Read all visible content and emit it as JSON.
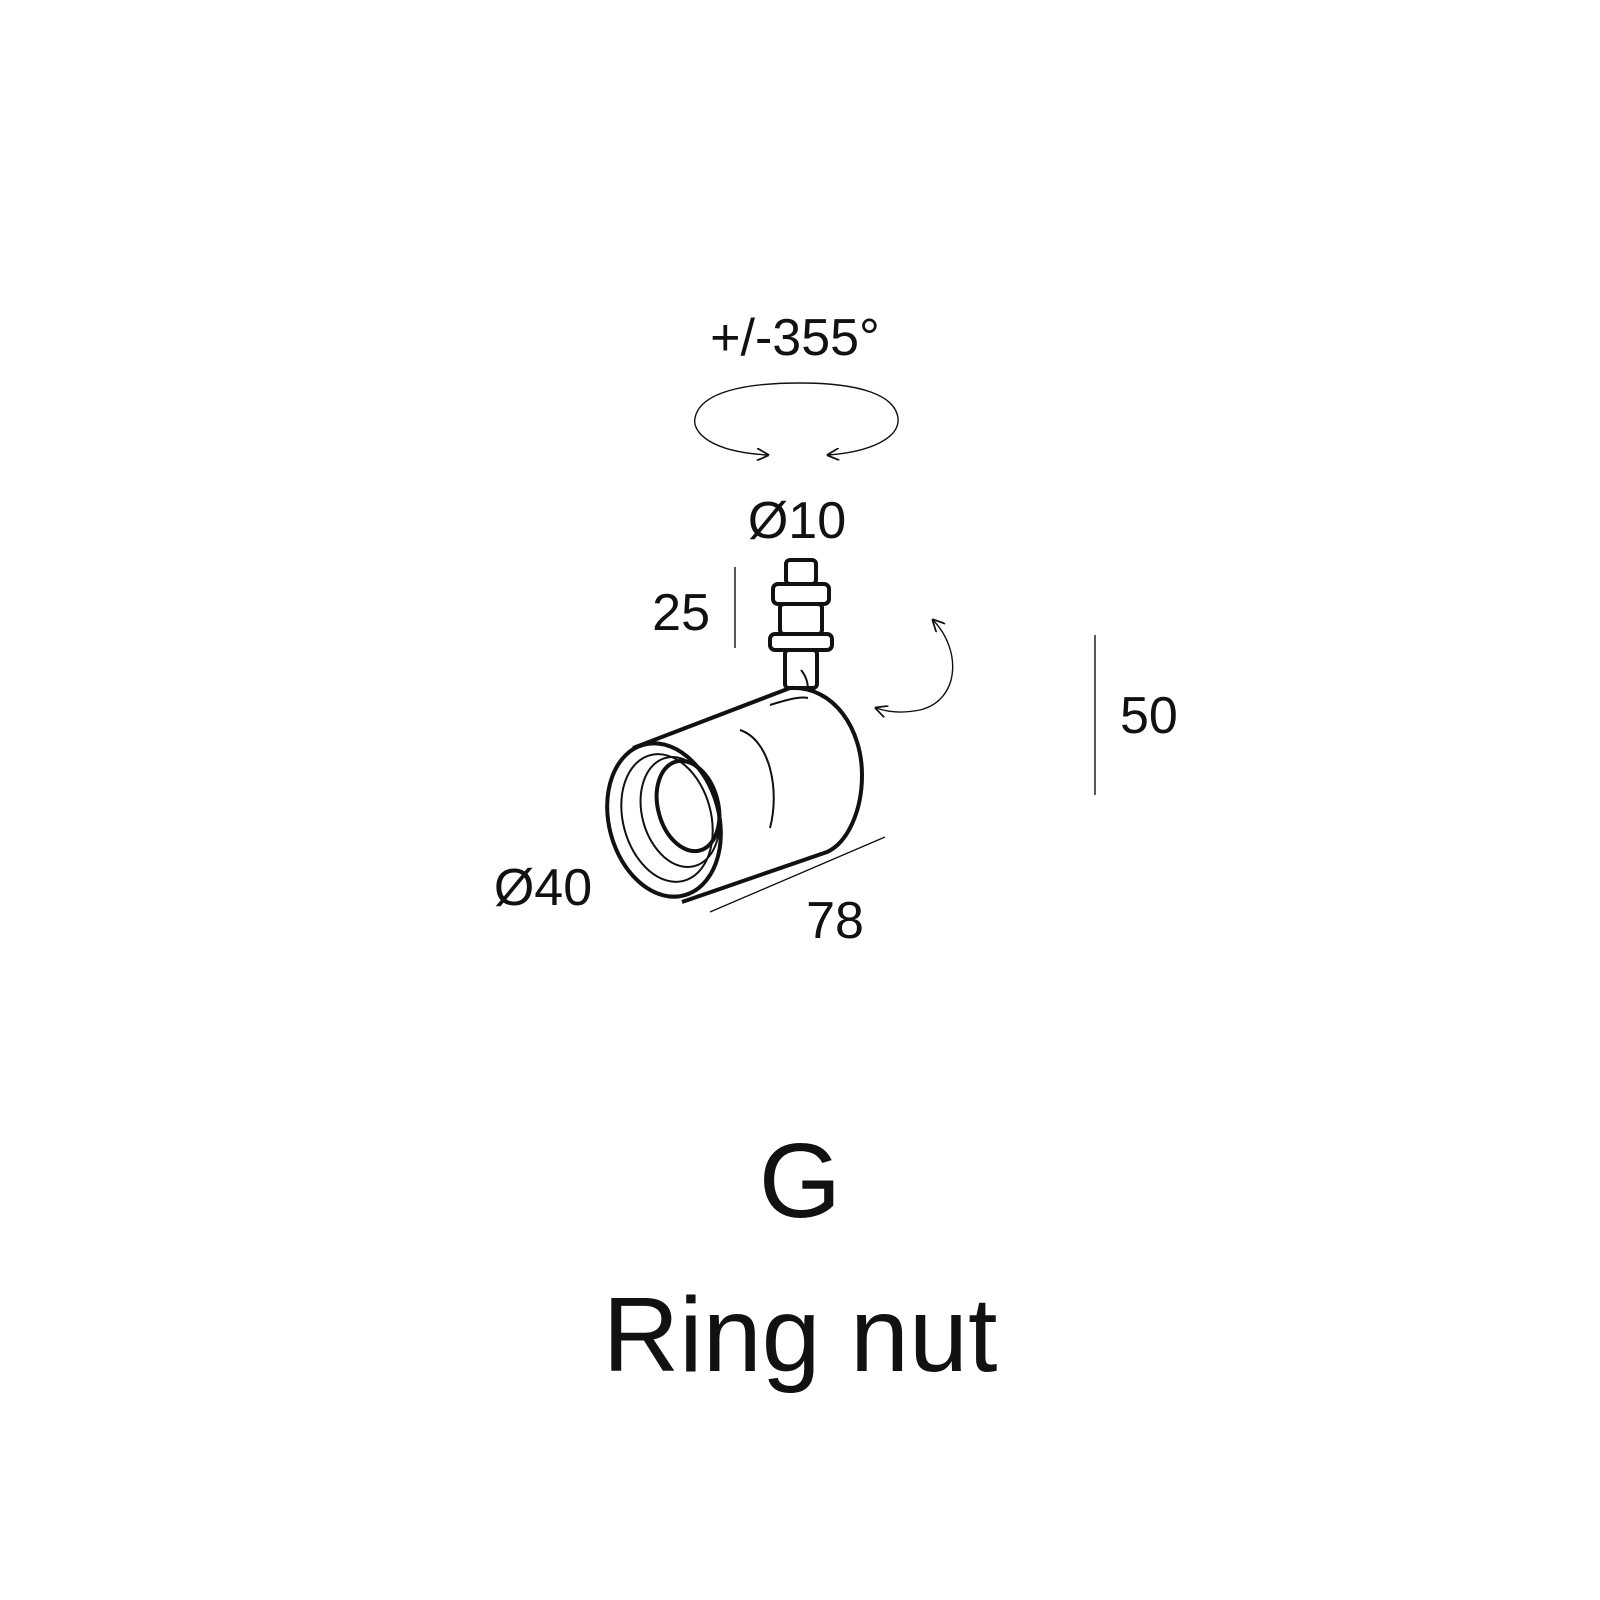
{
  "dimensions": {
    "rotation_label": "+/-355°",
    "stem_diameter": "Ø10",
    "stem_height": "25",
    "total_height": "50",
    "body_diameter": "Ø40",
    "body_length": "78"
  },
  "variant": {
    "code": "G",
    "name": "Ring nut"
  },
  "icons": [
    "rotation-arrow-icon",
    "tilt-arrow-icon"
  ],
  "colors": {
    "ink": "#111111",
    "background": "#ffffff"
  }
}
